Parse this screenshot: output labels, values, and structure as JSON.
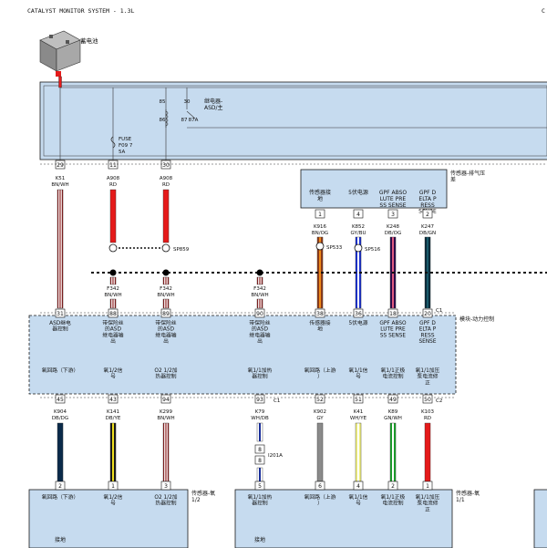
{
  "page": {
    "title": "CATALYST MONITOR SYSTEM - 1.3L",
    "corner_mark": "C"
  },
  "battery": {
    "label": "蓄电池"
  },
  "relay": {
    "label": "继电器-\nASD/主",
    "pins": [
      "85",
      "30",
      "86",
      "87",
      "87A"
    ]
  },
  "fuse": {
    "name": "FUSE",
    "id": "F09 7",
    "rating": "5A"
  },
  "upper_harness": [
    {
      "pin": "29",
      "circuit": "K51",
      "color_code": "BN/WH",
      "stripes": [
        "#8b1a1a",
        "#ffffff",
        "#8b1a1a",
        "#ffffff",
        "#8b1a1a"
      ]
    },
    {
      "pin": "11",
      "circuit": "A908",
      "color_code": "RD",
      "stripes": [
        "#e51a1a"
      ]
    },
    {
      "pin": "30",
      "circuit": "A908",
      "color_code": "RD",
      "stripes": [
        "#e51a1a"
      ]
    }
  ],
  "splices": [
    {
      "name": "SP859"
    },
    {
      "name": "SP533"
    },
    {
      "name": "SP516"
    }
  ],
  "exhaust_sensor": {
    "label": "传感器-排气压\n差",
    "pins": [
      {
        "pin": "1",
        "name": "传感器接\n地",
        "circuit": "K916",
        "color_code": "BN/OG",
        "stripes": [
          "#8b3a1a",
          "#f08a1a",
          "#8b3a1a"
        ]
      },
      {
        "pin": "4",
        "name": "5伏电源",
        "circuit": "K852",
        "color_code": "GY/BU",
        "stripes": [
          "#1a2fd0",
          "#ffffff",
          "#1a2fd0"
        ]
      },
      {
        "pin": "3",
        "name": "GPF ABSO\nLUTE PRE\nSS SENSE",
        "circuit": "K248",
        "color_code": "DB/OG",
        "stripes": [
          "#2a0a4a",
          "#e05a80",
          "#2a0a4a"
        ]
      },
      {
        "pin": "2",
        "name": "GPF D\nELTA P\nRESS\nSENSE",
        "circuit": "K247",
        "color_code": "DB/GN",
        "stripes": [
          "#0a2a3a",
          "#1a5a6a",
          "#0a2a3a"
        ]
      }
    ]
  },
  "f342_wires": [
    {
      "circuit": "F342",
      "color_code": "BN/WH"
    },
    {
      "circuit": "F342",
      "color_code": "BN/WH"
    },
    {
      "circuit": "F342",
      "color_code": "BN/WH"
    }
  ],
  "pcm": {
    "label": "模块-动力控制",
    "c1_tag": "C1",
    "c2_tag": "C2",
    "top_pins": [
      {
        "pin": "31",
        "name": "ASD继电\n器控制"
      },
      {
        "pin": "88",
        "name": "带保险丝\n的ASD\n继电器输\n出"
      },
      {
        "pin": "89",
        "name": "带保险丝\n的ASD\n继电器输\n出"
      },
      {
        "pin": "90",
        "name": "带保险丝\n的ASD\n继电器输\n出"
      },
      {
        "pin": "38",
        "name": "传感器接\n地"
      },
      {
        "pin": "36",
        "name": "5伏电源"
      },
      {
        "pin": "18",
        "name": "GPF ABSO\nLUTE PRE\nSS SENSE"
      },
      {
        "pin": "20",
        "name": "GPF D\nELTA P\nRESS\nSENSE"
      }
    ],
    "bottom_pins": [
      {
        "pin": "45",
        "name": "氧回路（下游）",
        "circuit": "K904",
        "color_code": "DB/DG",
        "stripes": [
          "#0a2a4a",
          "#0a2a4a"
        ]
      },
      {
        "pin": "43",
        "name": "氧1/2信\n号",
        "circuit": "K141",
        "color_code": "DB/YE",
        "stripes": [
          "#1a1a1a",
          "#f0e020",
          "#1a1a1a"
        ]
      },
      {
        "pin": "94",
        "name": "O2 1/2加\n热器控制",
        "circuit": "K299",
        "color_code": "BN/WH",
        "stripes": [
          "#8b1a1a",
          "#ffffff",
          "#8b1a1a",
          "#ffffff",
          "#8b1a1a"
        ]
      },
      {
        "pin": "93",
        "name": "氧1/1加热\n器控制",
        "circuit": "K79",
        "color_code": "WH/DB",
        "stripes": [
          "#ffffff",
          "#1a2f9a",
          "#ffffff"
        ]
      },
      {
        "pin": "52",
        "name": "氧回路（上游\n）",
        "circuit": "K902",
        "color_code": "GY",
        "stripes": [
          "#8a8a8a"
        ]
      },
      {
        "pin": "51",
        "name": "氧1/1信\n号",
        "circuit": "K41",
        "color_code": "WH/YE",
        "stripes": [
          "#f0f080",
          "#ffffff",
          "#f0f080"
        ]
      },
      {
        "pin": "49",
        "name": "氧1/1正极\n电流控制",
        "circuit": "K89",
        "color_code": "GN/WH",
        "stripes": [
          "#1aa02a",
          "#ffffff",
          "#1aa02a"
        ]
      },
      {
        "pin": "50",
        "name": "氧1/1加压\n泵电流修\n正",
        "circuit": "K103",
        "color_code": "RD",
        "stripes": [
          "#e51a1a"
        ]
      }
    ]
  },
  "inline_connector": {
    "pin_top": "8",
    "pin_bottom": "8",
    "name": "I201A"
  },
  "sensor_12": {
    "label": "传感器-氧\n1/2",
    "ground": "接地",
    "pins": [
      {
        "pin": "2",
        "name": "氧回路（下游）"
      },
      {
        "pin": "1",
        "name": "氧1/2信\n号"
      },
      {
        "pin": "3",
        "name": "O2 1/2加\n热器控制"
      }
    ]
  },
  "sensor_11": {
    "label": "传感器-氧\n1/1",
    "ground": "接地",
    "pins": [
      {
        "pin": "5",
        "name": "氧1/1加热\n器控制"
      },
      {
        "pin": "6",
        "name": "氧回路（上游\n）"
      },
      {
        "pin": "4",
        "name": "氧1/1信\n号"
      },
      {
        "pin": "2",
        "name": "氧1/1正极\n电流控制"
      },
      {
        "pin": "1",
        "name": "氧1/1加压\n泵电流修\n正"
      }
    ]
  },
  "colors": {
    "module_fill": "#c6dbef",
    "module_border": "#1a1a1a"
  }
}
